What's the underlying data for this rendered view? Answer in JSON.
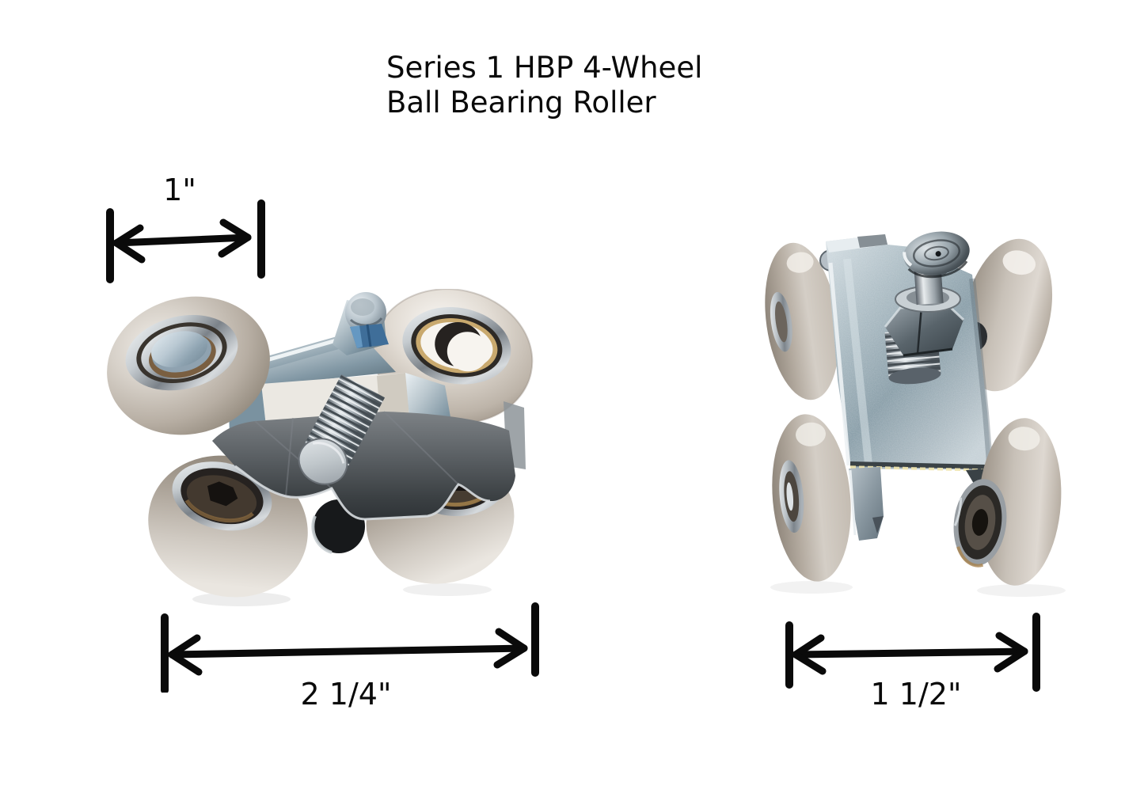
{
  "title": {
    "line1": "Series 1 HBP 4-Wheel",
    "line2": "Ball Bearing Roller"
  },
  "annotations": {
    "wheel_width": "1\"",
    "roller_length": "2 1/4\"",
    "roller_width": "1 1/2\""
  },
  "colors": {
    "background": "#ffffff",
    "ink": "#0a0a0a",
    "wheel_plastic": "#c9c1b7",
    "zinc_metal": "#9fb2bd"
  }
}
